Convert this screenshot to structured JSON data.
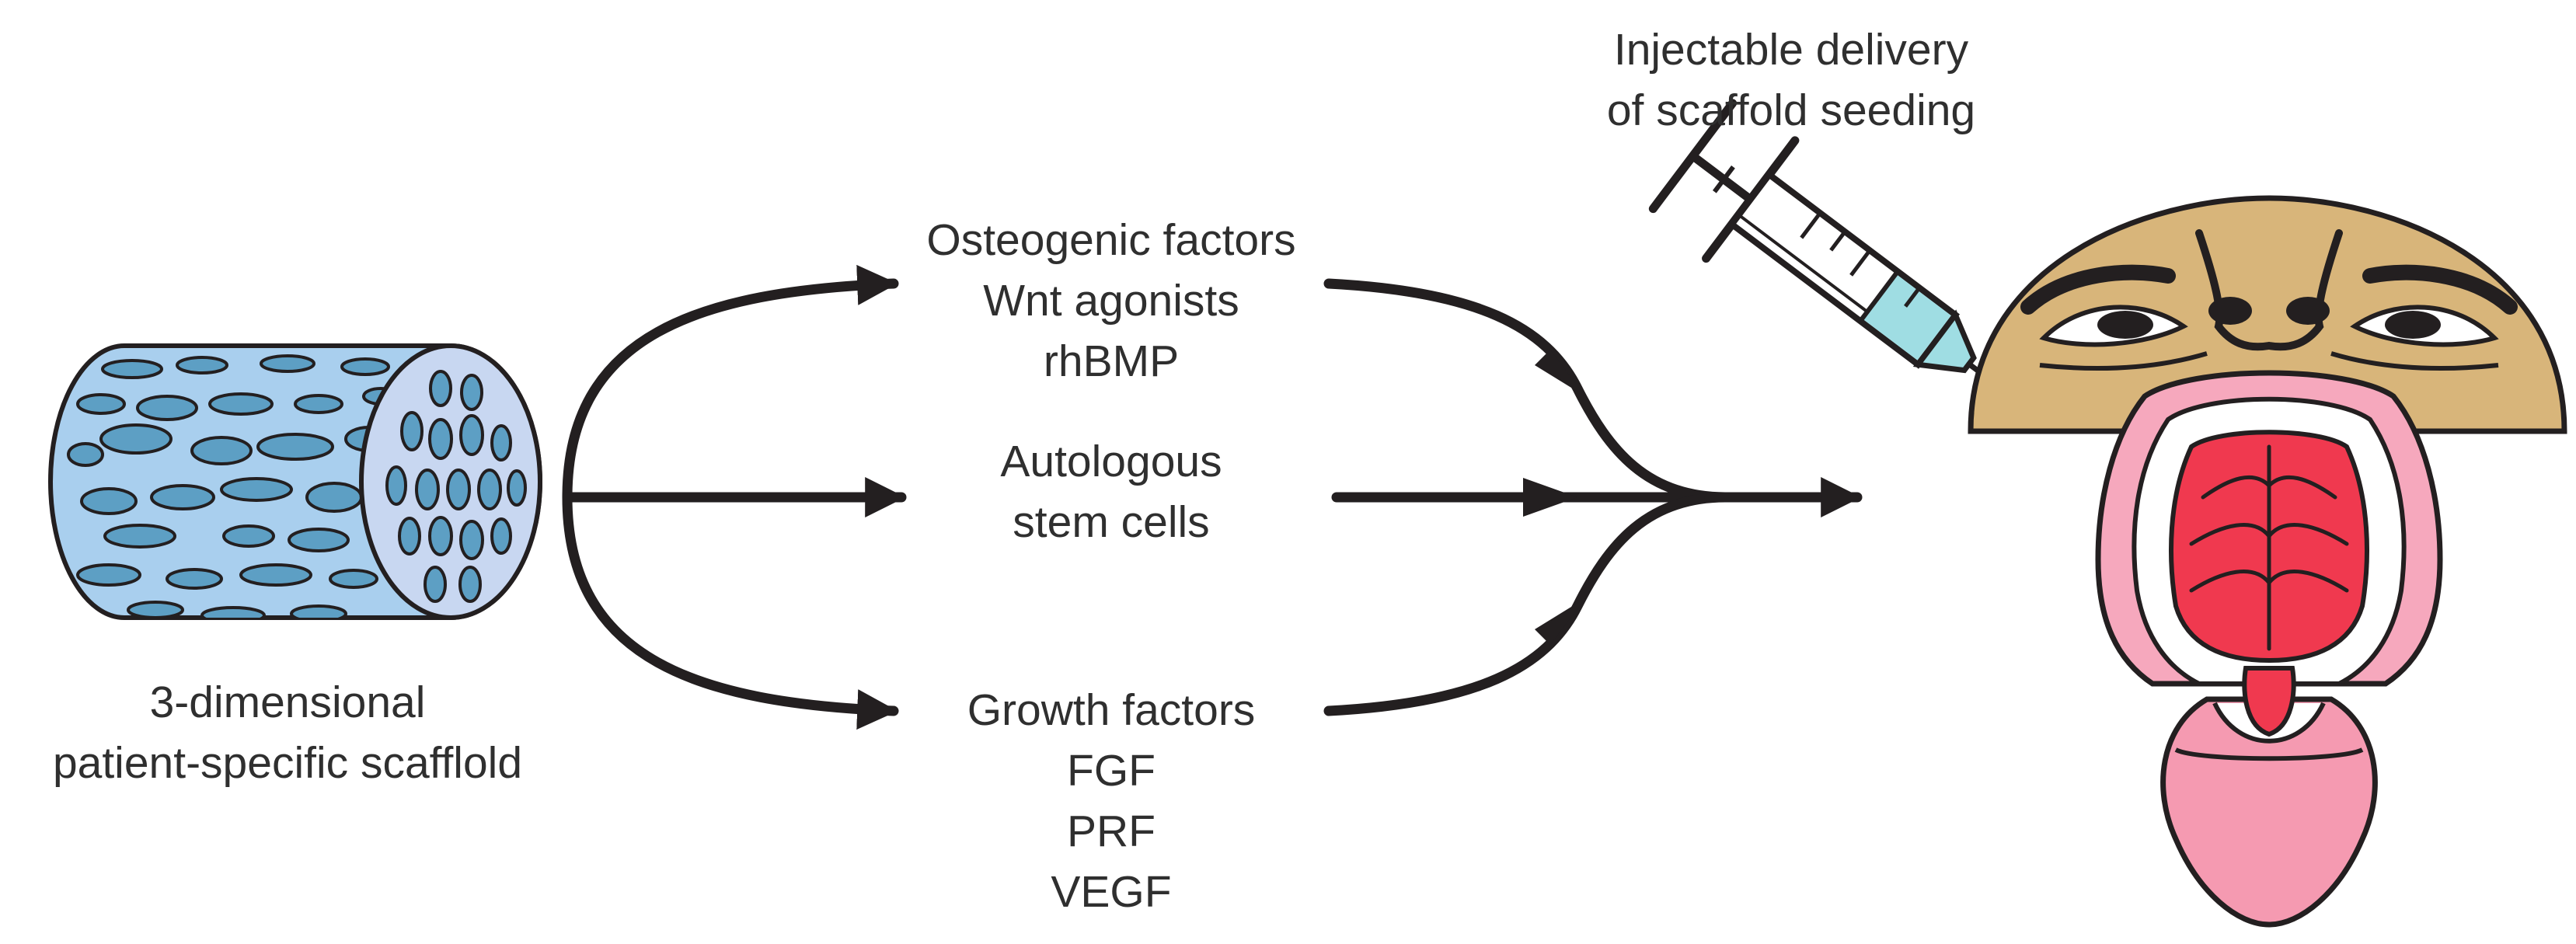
{
  "scaffold": {
    "caption": [
      "3-dimensional",
      "patient-specific scafflold"
    ]
  },
  "pathways": {
    "top": [
      "Osteogenic factors",
      "Wnt agonists",
      "rhBMP"
    ],
    "middle": [
      "Autologous",
      "stem cells"
    ],
    "bottom": [
      "Growth factors",
      "FGF",
      "PRF",
      "VEGF"
    ]
  },
  "delivery": {
    "caption": [
      "Injectable delivery",
      "of scaffold seeding"
    ]
  },
  "colors": {
    "ink": "#231f20",
    "scaffold_body": "#a9cfee",
    "scaffold_face": "#c8d7f1",
    "pore": "#5d9fc4",
    "syringe_fluid": "#9fdde3",
    "face_skin": "#d8b57a",
    "mouth_lip": "#f6a8bd",
    "palate": "#f0394f",
    "tongue": "#f59ab1"
  },
  "icons": [
    "scaffold-icon",
    "syringe-icon",
    "patient-face-icon"
  ]
}
